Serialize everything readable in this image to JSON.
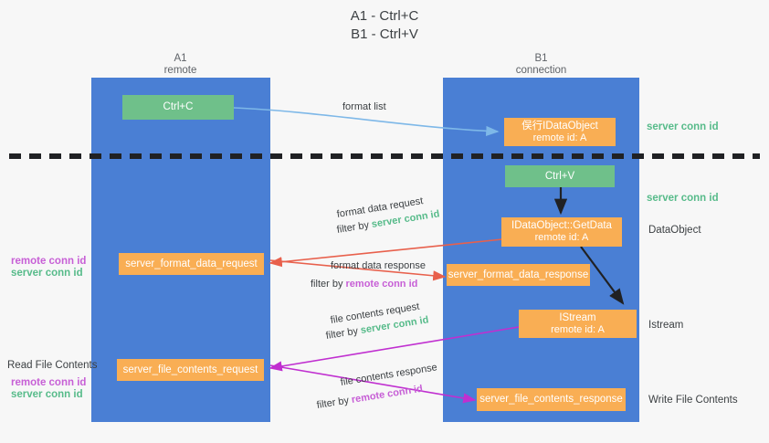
{
  "title": {
    "line1": "A1 - Ctrl+C",
    "line2": "B1 - Ctrl+V"
  },
  "colors": {
    "lane": "#4a7fd4",
    "green_node": "#6fc08a",
    "orange_node": "#f9ae54",
    "server_conn_id": "#57bb8a",
    "remote_conn_id": "#c75fd6",
    "blue_arrow": "#7eb8e8",
    "red_arrow": "#e8604c",
    "magenta_arrow": "#c02fd0",
    "black_arrow": "#202124",
    "background": "#f7f7f7"
  },
  "columns": [
    {
      "name": "A1",
      "sub": "remote"
    },
    {
      "name": "B1",
      "sub": "connection"
    }
  ],
  "nodes": {
    "ctrl_c": {
      "label": "Ctrl+C",
      "kind": "green"
    },
    "idataobject": {
      "line1": "俣行IDataObject",
      "line2": "remote id: A",
      "kind": "orange"
    },
    "ctrl_v": {
      "label": "Ctrl+V",
      "kind": "green"
    },
    "getdata": {
      "line1": "IDataObject::GetData",
      "line2": "remote id: A",
      "kind": "orange"
    },
    "server_format_data_request": {
      "label": "server_format_data_request",
      "kind": "orange"
    },
    "server_format_data_response": {
      "label": "server_format_data_response",
      "kind": "orange"
    },
    "istream": {
      "line1": "IStream",
      "line2": "remote id: A",
      "kind": "orange"
    },
    "server_file_contents_request": {
      "label": "server_file_contents_request",
      "kind": "orange"
    },
    "server_file_contents_response": {
      "label": "server_file_contents_response",
      "kind": "orange"
    }
  },
  "edge_labels": {
    "format_list": "format list",
    "format_data_request": "format data request",
    "format_data_request_filter_prefix": "filter by ",
    "format_data_request_filter_value": "server conn id",
    "format_data_response": "format data response",
    "format_data_response_filter_prefix": "filter by ",
    "format_data_response_filter_value": "remote conn id",
    "file_contents_request": "file contents request",
    "file_contents_request_filter_prefix": "filter by ",
    "file_contents_request_filter_value": "server conn id",
    "file_contents_response": "file contents response",
    "file_contents_response_filter_prefix": "filter by ",
    "file_contents_response_filter_value": "remote conn id"
  },
  "right_labels": {
    "server_conn_id_top": "server conn id",
    "server_conn_id_mid": "server conn id",
    "dataobject": "DataObject",
    "istream": "Istream",
    "write_file_contents": "Write File Contents"
  },
  "left_labels": {
    "remote_conn_id_mid": "remote conn id",
    "server_conn_id_mid": "server conn id",
    "read_file_contents": "Read File Contents",
    "remote_conn_id_bottom": "remote conn id",
    "server_conn_id_bottom": "server conn id"
  }
}
